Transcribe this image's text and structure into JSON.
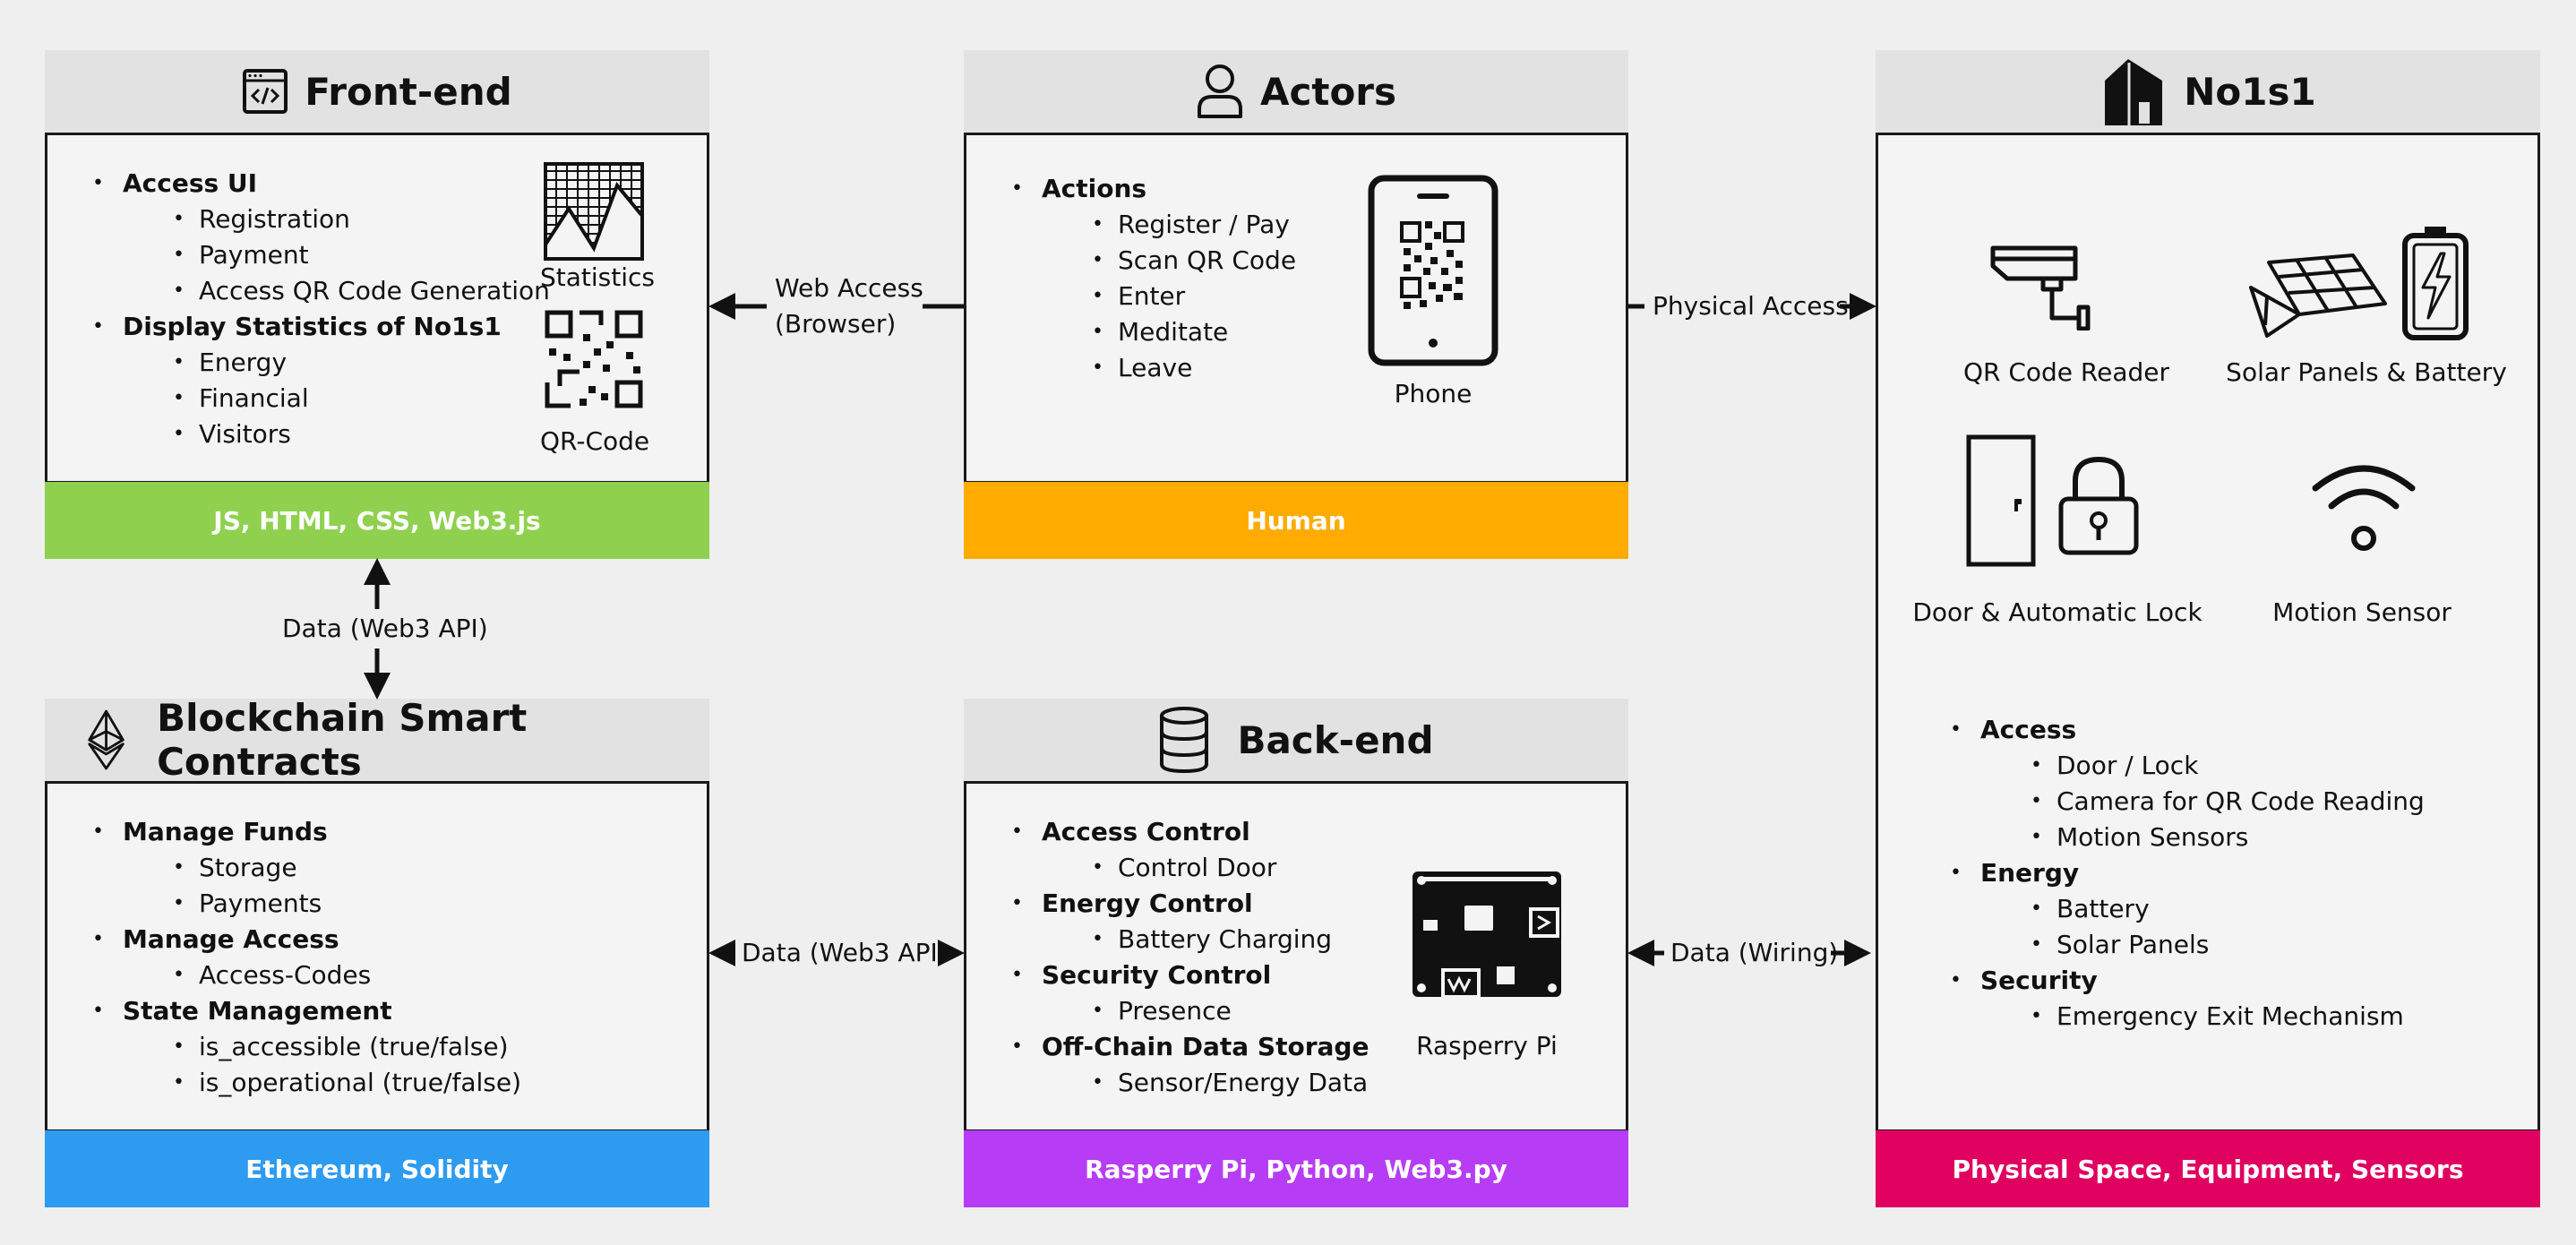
{
  "frontend": {
    "title": "Front-end",
    "footer": "JS, HTML, CSS, Web3.js",
    "footer_color": "#8fd14f",
    "groups": [
      {
        "label": "Access UI",
        "items": [
          "Registration",
          "Payment",
          "Access QR Code Generation"
        ]
      },
      {
        "label": "Display Statistics of No1s1",
        "items": [
          "Energy",
          "Financial",
          "Visitors"
        ]
      }
    ],
    "stats_caption": "Statistics",
    "qr_caption": "QR-Code"
  },
  "actors": {
    "title": "Actors",
    "footer": "Human",
    "footer_color": "#ffab00",
    "groups": [
      {
        "label": "Actions",
        "items": [
          "Register / Pay",
          "Scan QR Code",
          "Enter",
          "Meditate",
          "Leave"
        ]
      }
    ],
    "phone_caption": "Phone"
  },
  "no1s1": {
    "title": "No1s1",
    "footer": "Physical Space, Equipment, Sensors",
    "footer_color": "#e0005f",
    "devices": {
      "qr_reader": "QR Code Reader",
      "solar_battery": "Solar Panels & Battery",
      "door_lock": "Door & Automatic Lock",
      "motion": "Motion Sensor"
    },
    "groups": [
      {
        "label": "Access",
        "items": [
          "Door / Lock",
          "Camera for QR Code Reading",
          "Motion Sensors"
        ]
      },
      {
        "label": "Energy",
        "items": [
          "Battery",
          "Solar Panels"
        ]
      },
      {
        "label": "Security",
        "items": [
          "Emergency Exit Mechanism"
        ]
      }
    ]
  },
  "blockchain": {
    "title": "Blockchain Smart Contracts",
    "footer": "Ethereum, Solidity",
    "footer_color": "#2d9bf0",
    "groups": [
      {
        "label": "Manage Funds",
        "items": [
          "Storage",
          "Payments"
        ]
      },
      {
        "label": "Manage Access",
        "items": [
          "Access-Codes"
        ]
      },
      {
        "label": "State Management",
        "items": [
          "is_accessible (true/false)",
          "is_operational (true/false)"
        ]
      }
    ]
  },
  "backend": {
    "title": "Back-end",
    "footer": "Rasperry Pi, Python, Web3.py",
    "footer_color": "#b63cf5",
    "groups": [
      {
        "label": "Access Control",
        "items": [
          "Control Door"
        ]
      },
      {
        "label": "Energy Control",
        "items": [
          "Battery Charging"
        ]
      },
      {
        "label": "Security Control",
        "items": [
          "Presence"
        ]
      },
      {
        "label": "Off-Chain Data Storage",
        "items": [
          "Sensor/Energy Data"
        ]
      }
    ],
    "pi_caption": "Rasperry Pi"
  },
  "connectors": {
    "web_access_line1": "Web Access",
    "web_access_line2": "(Browser)",
    "physical_access": "Physical Access",
    "data_web3_vertical": "Data (Web3 API)",
    "data_web3_horizontal": "Data (Web3 API)",
    "data_wiring": "Data (Wiring)"
  },
  "icons": {
    "frontend": "code-window-icon",
    "actors": "person-icon",
    "no1s1": "house-icon",
    "blockchain": "ethereum-icon",
    "backend": "database-icon"
  }
}
